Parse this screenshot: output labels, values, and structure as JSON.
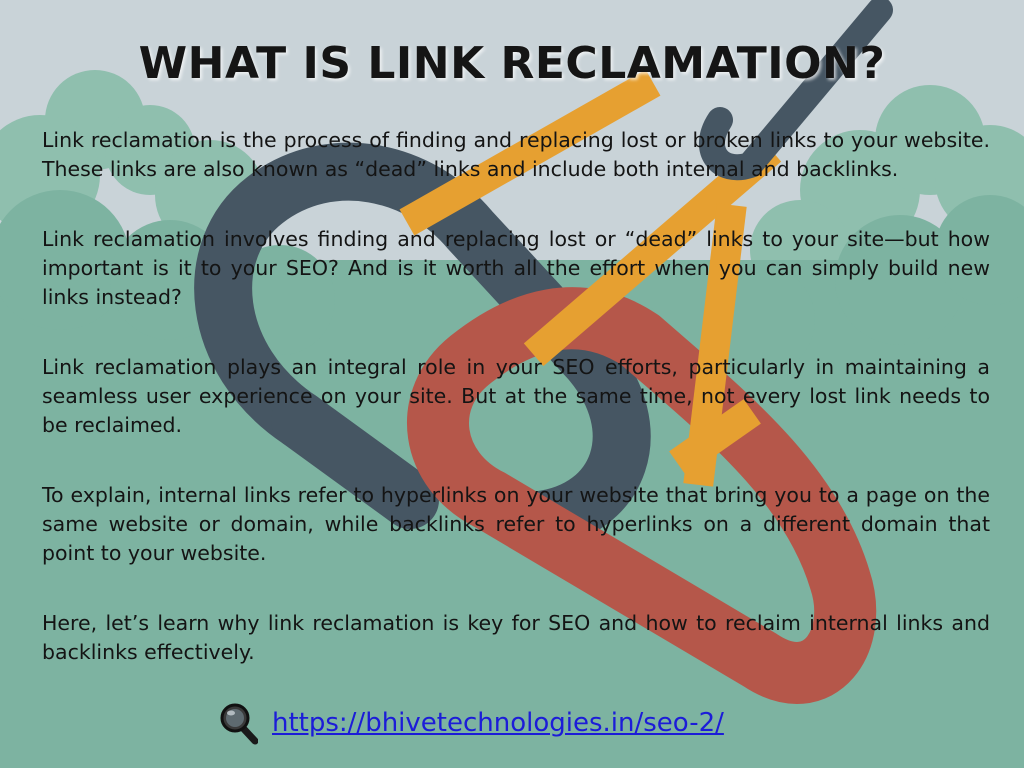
{
  "slide": {
    "title": "WHAT IS LINK RECLAMATION?",
    "paragraphs": [
      "Link reclamation is the process of finding and replacing lost or broken links to your website. These links are also known as “dead” links and include both internal and backlinks.",
      "Link reclamation involves finding and replacing lost or “dead” links to your site—but how important is it to your SEO? And is it worth all the effort when you can simply build new links instead?",
      "Link reclamation plays an integral role in your SEO efforts, particularly in maintaining a seamless user experience on your site. But at the same time, not every lost link needs to be reclaimed.",
      "To explain, internal links refer to hyperlinks on your website that bring you to a page on the same website or domain, while backlinks refer to hyperlinks on a different domain that point to your website.",
      "Here, let’s learn why link reclamation is key for SEO and how to reclaim internal links and backlinks effectively."
    ],
    "footer": {
      "icon": "magnifier-icon",
      "link_text": "https://bhivetechnologies.in/seo-2/"
    }
  },
  "colors": {
    "background": "#c9d3d8",
    "hills": "#7db3a1",
    "link_dark": "#465663",
    "link_red": "#b5574a",
    "link_orange": "#e6a031",
    "hyperlink": "#1c1cd8"
  }
}
